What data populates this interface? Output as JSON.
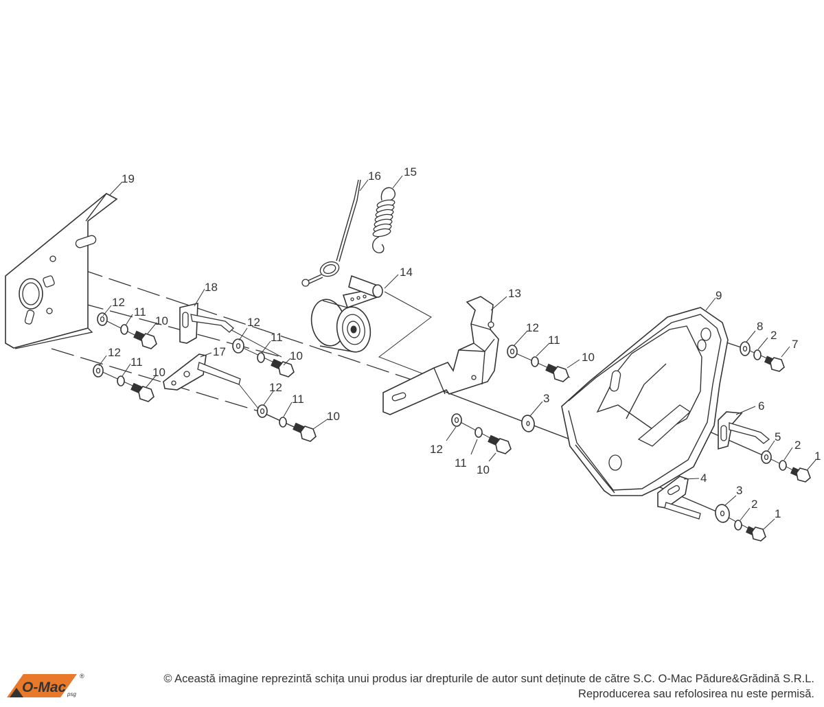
{
  "labels": {
    "l19": "19",
    "l16": "16",
    "l15": "15",
    "l14": "14",
    "l18": "18",
    "l13": "13",
    "l9": "9",
    "l12a": "12",
    "l11a": "11",
    "l10a": "10",
    "l12b": "12",
    "l11b": "11",
    "l10b": "10",
    "l12c": "12",
    "l11c": "11",
    "l10c": "10",
    "l17": "17",
    "l12d": "12",
    "l11d": "11",
    "l10d": "10",
    "l12e": "12",
    "l11e": "11",
    "l10e": "10",
    "l12f": "12",
    "l11f": "11",
    "l10f": "10",
    "l3a": "3",
    "l8": "8",
    "l2a": "2",
    "l7": "7",
    "l6": "6",
    "l5": "5",
    "l2b": "2",
    "l1a": "1",
    "l4": "4",
    "l3b": "3",
    "l2c": "2",
    "l1b": "1"
  },
  "footer": {
    "logo_text": "O-Mac",
    "logo_sub": "psg",
    "logo_mark": "®",
    "line1": "© Această imagine reprezintă schița unui produs iar drepturile de autor sunt deținute de către S.C. O-Mac Pădure&Grădină S.R.L.",
    "line2": "Reproducerea sau refolosirea nu este permisă."
  },
  "colors": {
    "ink": "#333333",
    "brand_orange": "#e8792b",
    "background": "#ffffff"
  }
}
